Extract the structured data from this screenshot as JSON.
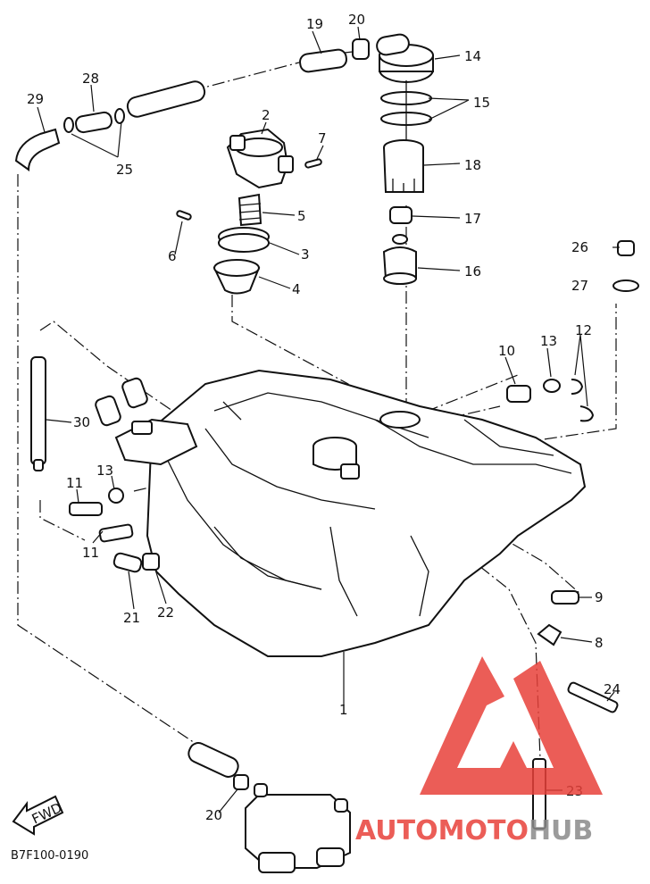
{
  "diagram_code": "B7F100-0190",
  "fwd_label": "FWD",
  "logo": {
    "part_a": "AUTOMOTO",
    "part_b": "HUB",
    "color_a": "#e8413a",
    "color_b": "#8a8a8a"
  },
  "callouts": [
    "19",
    "20",
    "14",
    "15",
    "18",
    "17",
    "16",
    "2",
    "7",
    "5",
    "6",
    "3",
    "4",
    "28",
    "29",
    "25",
    "26",
    "27",
    "10",
    "13",
    "12",
    "30",
    "11",
    "13",
    "11",
    "21",
    "22",
    "9",
    "8",
    "1",
    "24",
    "23",
    "20"
  ]
}
